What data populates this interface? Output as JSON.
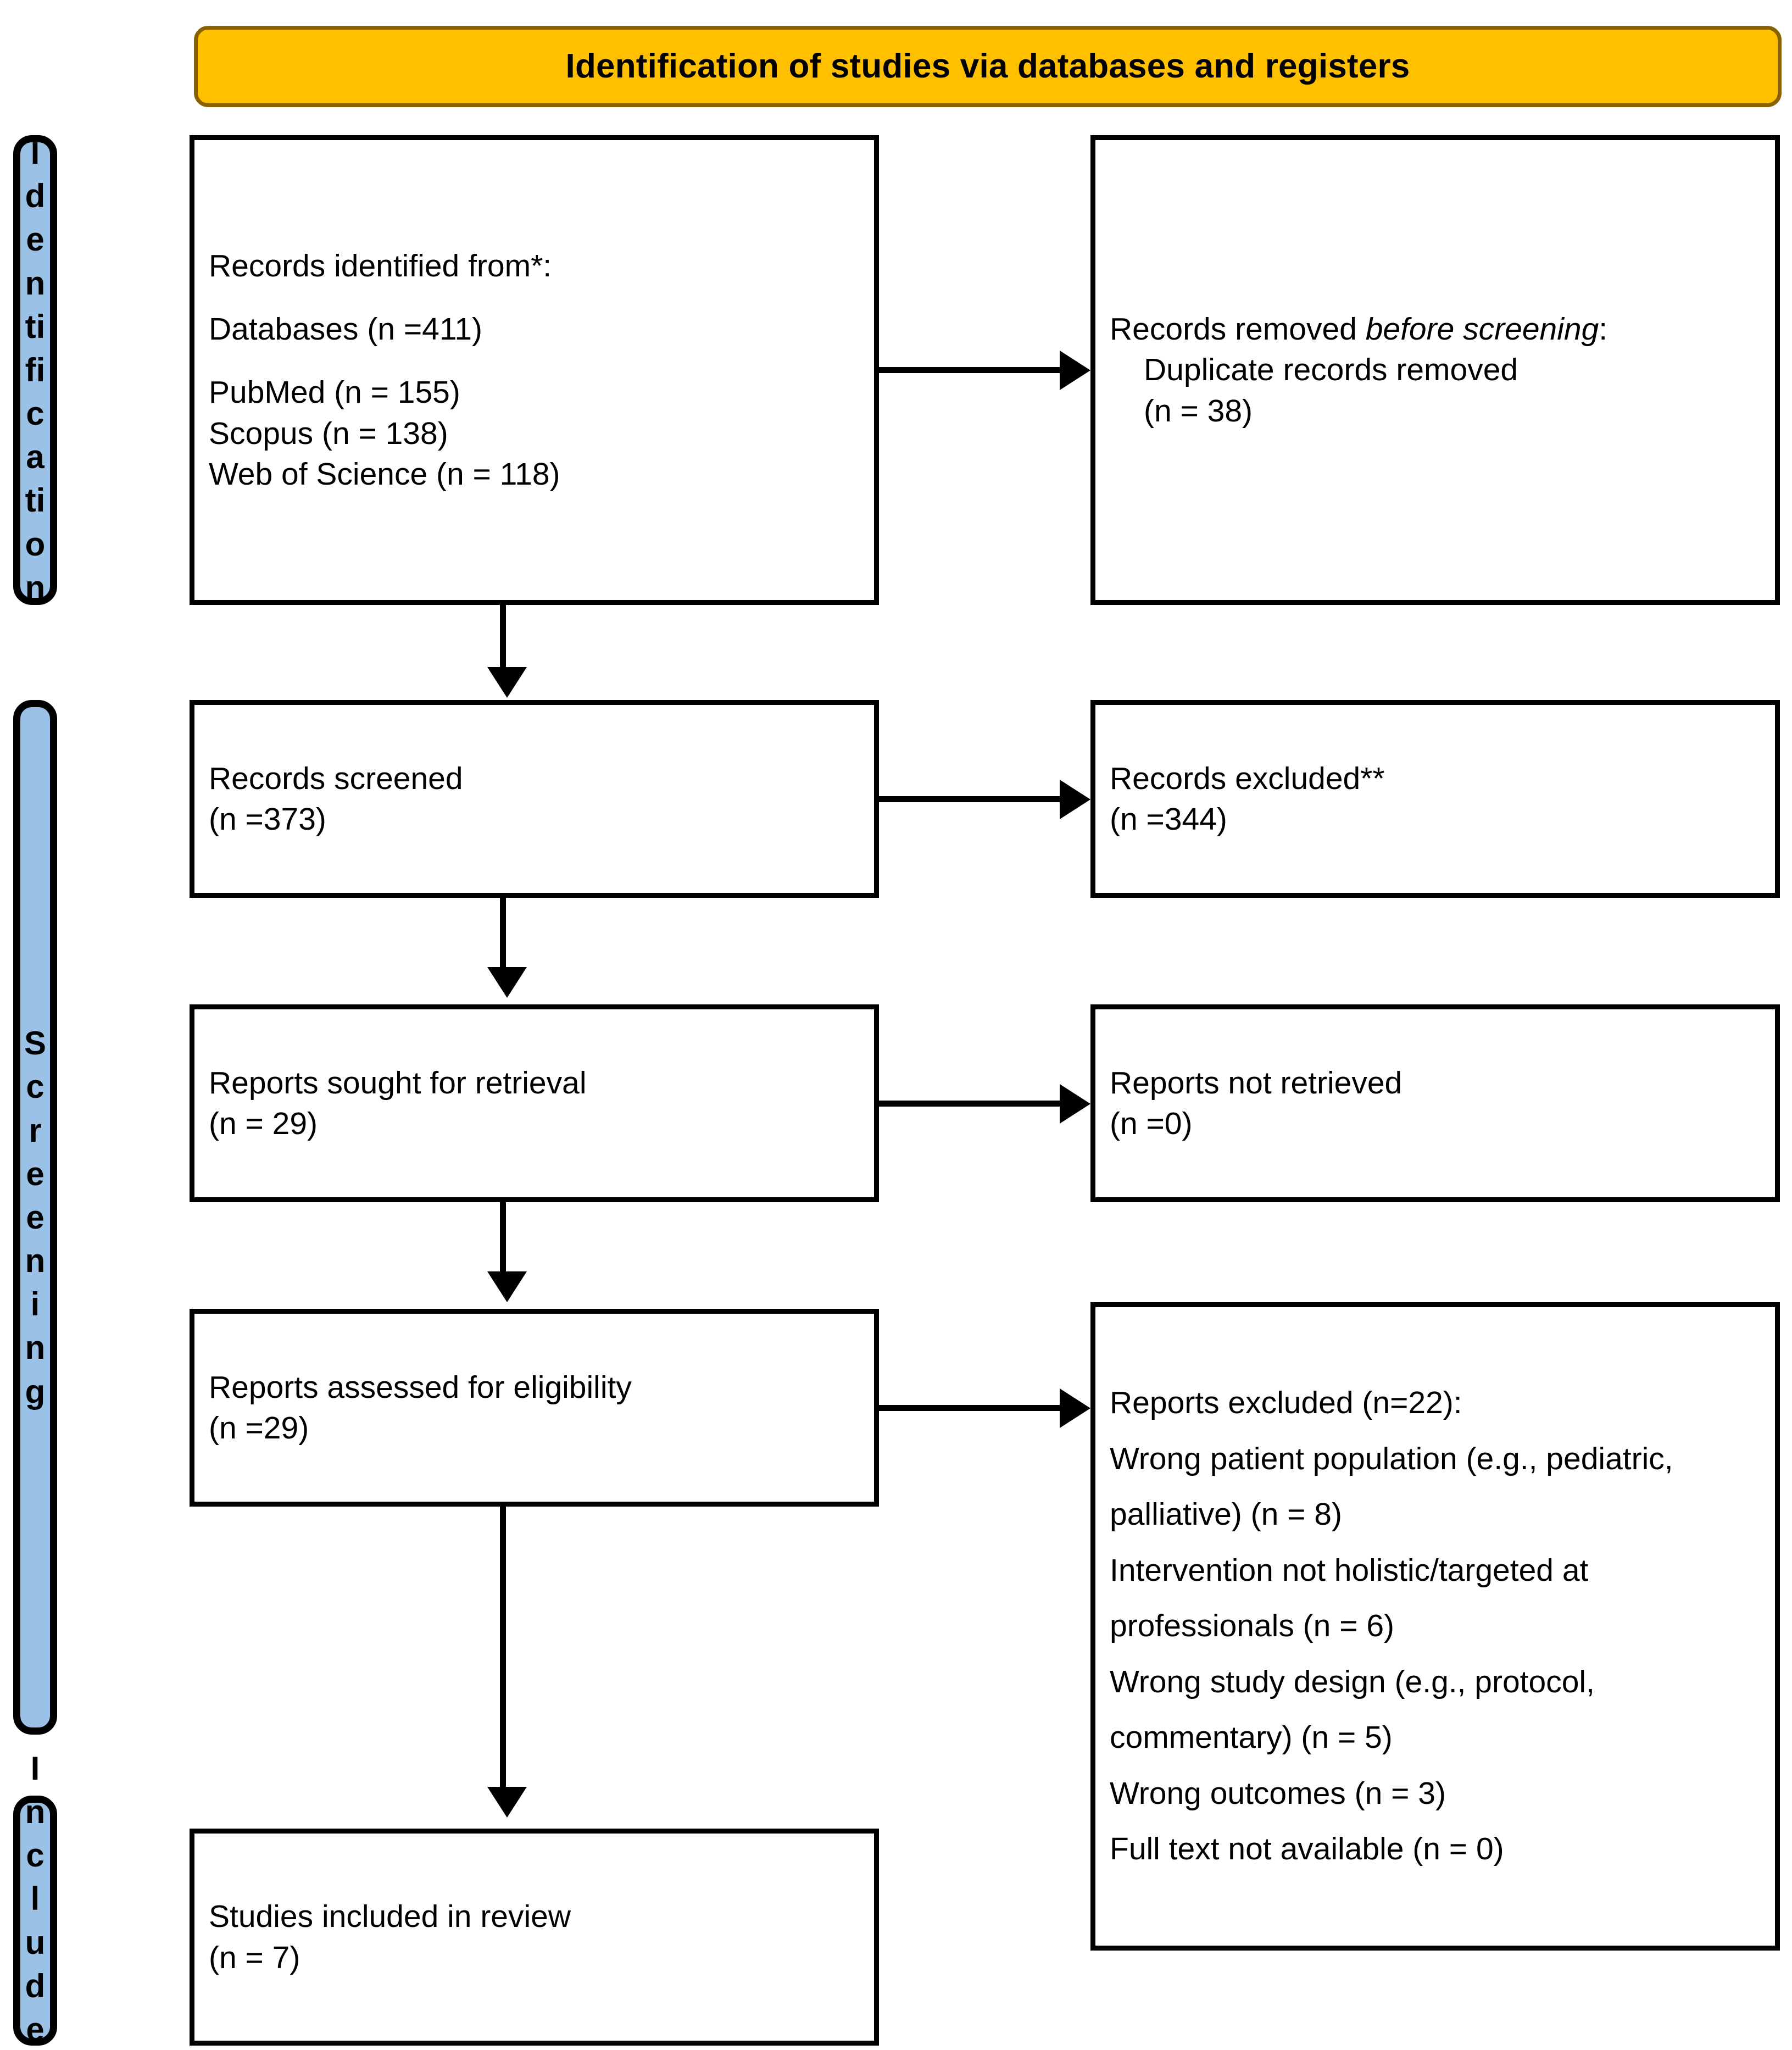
{
  "banner": {
    "title": "Identification of studies via databases and registers"
  },
  "phases": {
    "identification": "Identification",
    "screening": "Screening",
    "included": "Included"
  },
  "boxes": {
    "identified": {
      "line1": "Records identified from*:",
      "line2": "Databases (n =411)",
      "line3": "PubMed (n = 155)",
      "line4": "Scopus (n = 138)",
      "line5": "Web of Science (n = 118)"
    },
    "removed": {
      "lead": "Records removed ",
      "lead_italic": "before screening",
      "lead_tail": ":",
      "line2": "Duplicate records removed",
      "line3": "(n = 38)"
    },
    "screened": {
      "line1": "Records screened",
      "line2": "(n =373)"
    },
    "excluded": {
      "line1": "Records excluded**",
      "line2": "(n =344)"
    },
    "sought": {
      "line1": "Reports sought for retrieval",
      "line2": "(n = 29)"
    },
    "not_retrieved": {
      "line1": "Reports not retrieved",
      "line2": "(n =0)"
    },
    "assessed": {
      "line1": "Reports assessed for eligibility",
      "line2": "(n =29)"
    },
    "reasons": {
      "heading": "Reports excluded (n=22):",
      "item1": "Wrong patient population (e.g., pediatric, palliative) (n = 8)",
      "item2": "Intervention not holistic/targeted at professionals (n = 6)",
      "item3": "Wrong study design (e.g., protocol, commentary) (n = 5)",
      "item4": "Wrong outcomes (n = 3)",
      "item5": "Full text not available (n = 0)"
    },
    "included": {
      "line1": "Studies included in review",
      "line2": "(n = 7)"
    }
  },
  "colors": {
    "banner_fill": "#FFC000",
    "banner_border": "#8A6100",
    "phase_fill": "#9BC2E6",
    "box_border": "#000000"
  }
}
